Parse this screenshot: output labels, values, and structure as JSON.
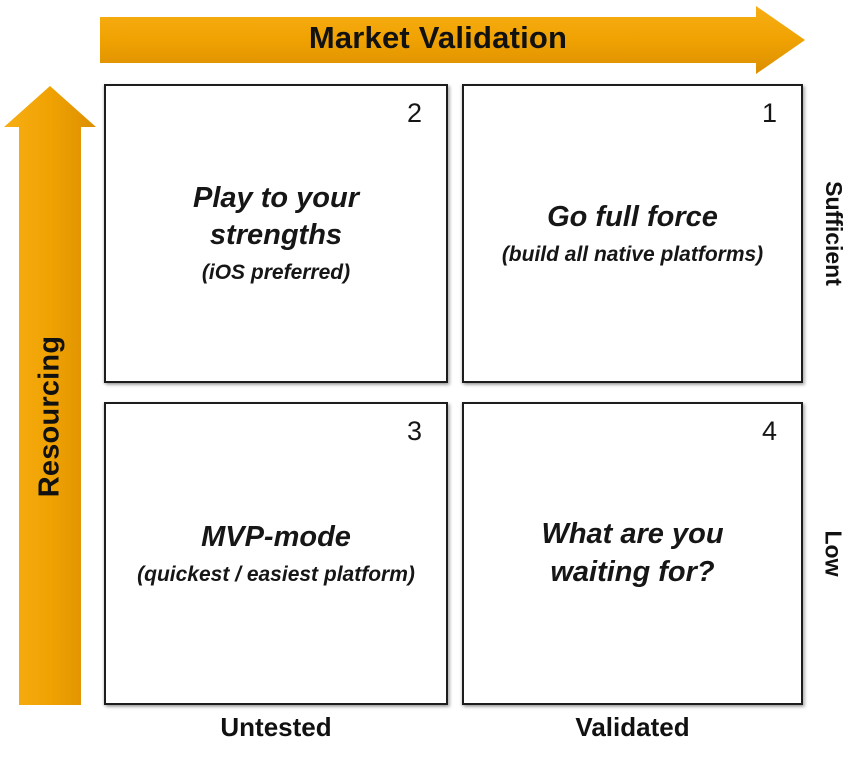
{
  "diagram": {
    "type": "2x2-matrix",
    "x_axis": {
      "label": "Market Validation",
      "ticks": [
        "Untested",
        "Validated"
      ]
    },
    "y_axis": {
      "label": "Resourcing",
      "ticks": [
        "Sufficient",
        "Low"
      ]
    }
  },
  "quadrants": {
    "top_left": {
      "number": "2",
      "title": "Play to your strengths",
      "subtitle": "(iOS preferred)"
    },
    "top_right": {
      "number": "1",
      "title": "Go full force",
      "subtitle": "(build all native platforms)"
    },
    "bottom_left": {
      "number": "3",
      "title": "MVP-mode",
      "subtitle": "(quickest / easiest platform)"
    },
    "bottom_right": {
      "number": "4",
      "title": "What are you waiting for?",
      "subtitle": ""
    }
  },
  "colors": {
    "arrow_light": "#F7AE14",
    "arrow_main": "#F0A202",
    "arrow_dark": "#DB8F00",
    "box_border": "#1D1D1D",
    "text": "#151515"
  }
}
